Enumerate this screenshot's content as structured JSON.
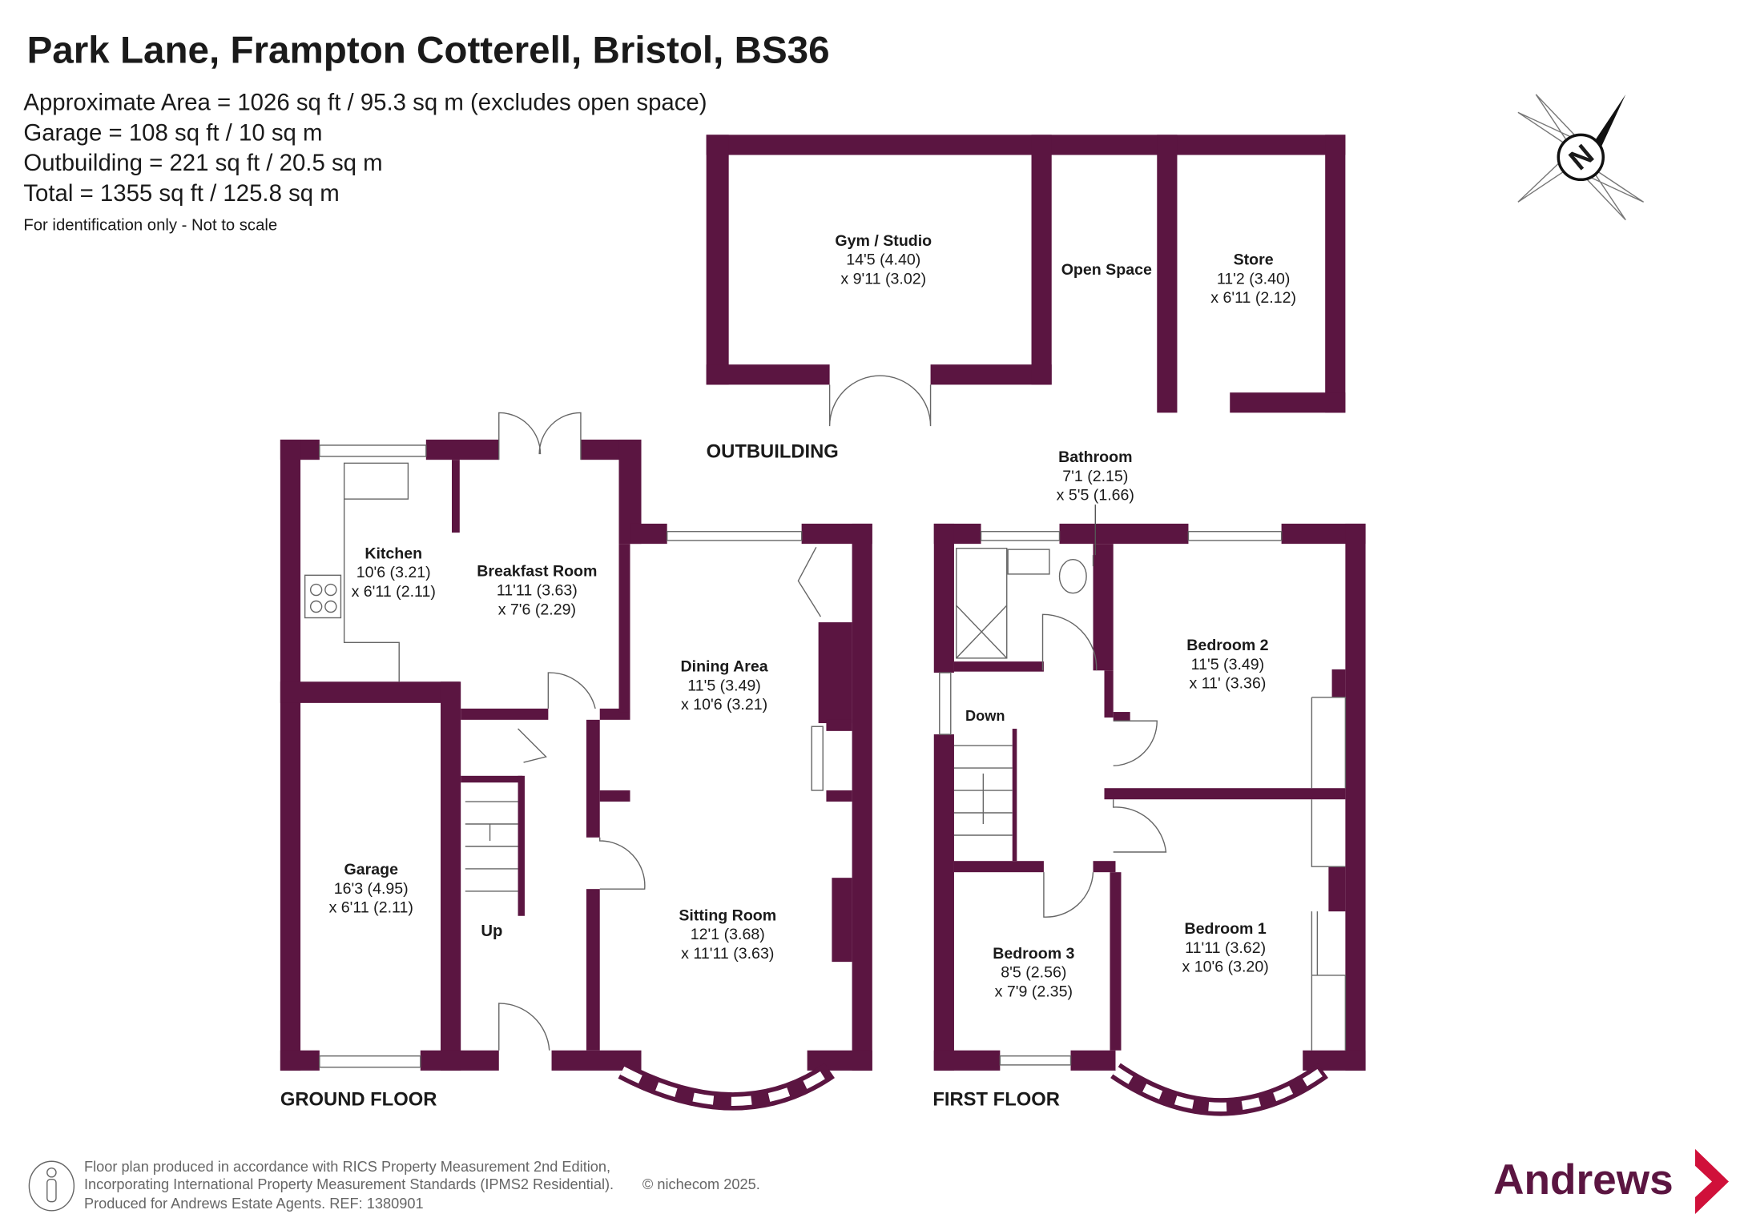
{
  "header": {
    "title": "Park Lane, Frampton Cotterell, Bristol, BS36",
    "areas": [
      "Approximate Area = 1026 sq ft / 95.3 sq m (excludes open space)",
      "Garage = 108 sq ft / 10 sq m",
      "Outbuilding = 221 sq ft / 20.5 sq m",
      "Total = 1355 sq ft / 125.8 sq m"
    ],
    "disclaimer": "For identification only - Not to scale"
  },
  "compass": {
    "letter": "N"
  },
  "colors": {
    "wall": "#5b1541",
    "brand": "#5b1541",
    "arrow": "#d0103a"
  },
  "floors": {
    "outbuilding": {
      "label": "OUTBUILDING"
    },
    "ground": {
      "label": "GROUND FLOOR"
    },
    "first": {
      "label": "FIRST FLOOR"
    }
  },
  "rooms": {
    "gym": {
      "name": "Gym / Studio",
      "d1": "14'5 (4.40)",
      "d2": "x 9'11 (3.02)"
    },
    "open_space": {
      "name": "Open Space"
    },
    "store": {
      "name": "Store",
      "d1": "11'2 (3.40)",
      "d2": "x 6'11 (2.12)"
    },
    "kitchen": {
      "name": "Kitchen",
      "d1": "10'6 (3.21)",
      "d2": "x 6'11 (2.11)"
    },
    "breakfast": {
      "name": "Breakfast Room",
      "d1": "11'11 (3.63)",
      "d2": "x 7'6 (2.29)"
    },
    "dining": {
      "name": "Dining Area",
      "d1": "11'5 (3.49)",
      "d2": "x 10'6 (3.21)"
    },
    "garage": {
      "name": "Garage",
      "d1": "16'3 (4.95)",
      "d2": "x 6'11 (2.11)"
    },
    "sitting": {
      "name": "Sitting Room",
      "d1": "12'1 (3.68)",
      "d2": "x 11'11 (3.63)"
    },
    "bathroom": {
      "name": "Bathroom",
      "d1": "7'1 (2.15)",
      "d2": "x 5'5 (1.66)"
    },
    "bedroom2": {
      "name": "Bedroom 2",
      "d1": "11'5 (3.49)",
      "d2": "x 11' (3.36)"
    },
    "bedroom1": {
      "name": "Bedroom 1",
      "d1": "11'11 (3.62)",
      "d2": "x 10'6 (3.20)"
    },
    "bedroom3": {
      "name": "Bedroom 3",
      "d1": "8'5 (2.56)",
      "d2": "x 7'9 (2.35)"
    }
  },
  "stairs": {
    "up": "Up",
    "down": "Down"
  },
  "footer": {
    "lines": [
      "Floor plan produced in accordance with RICS Property Measurement 2nd Edition,",
      "Incorporating International Property Measurement Standards (IPMS2 Residential).",
      "Produced for Andrews Estate Agents.   REF: 1380901"
    ],
    "copyright": "© nichecom 2025."
  },
  "brand": {
    "name": "Andrews"
  }
}
